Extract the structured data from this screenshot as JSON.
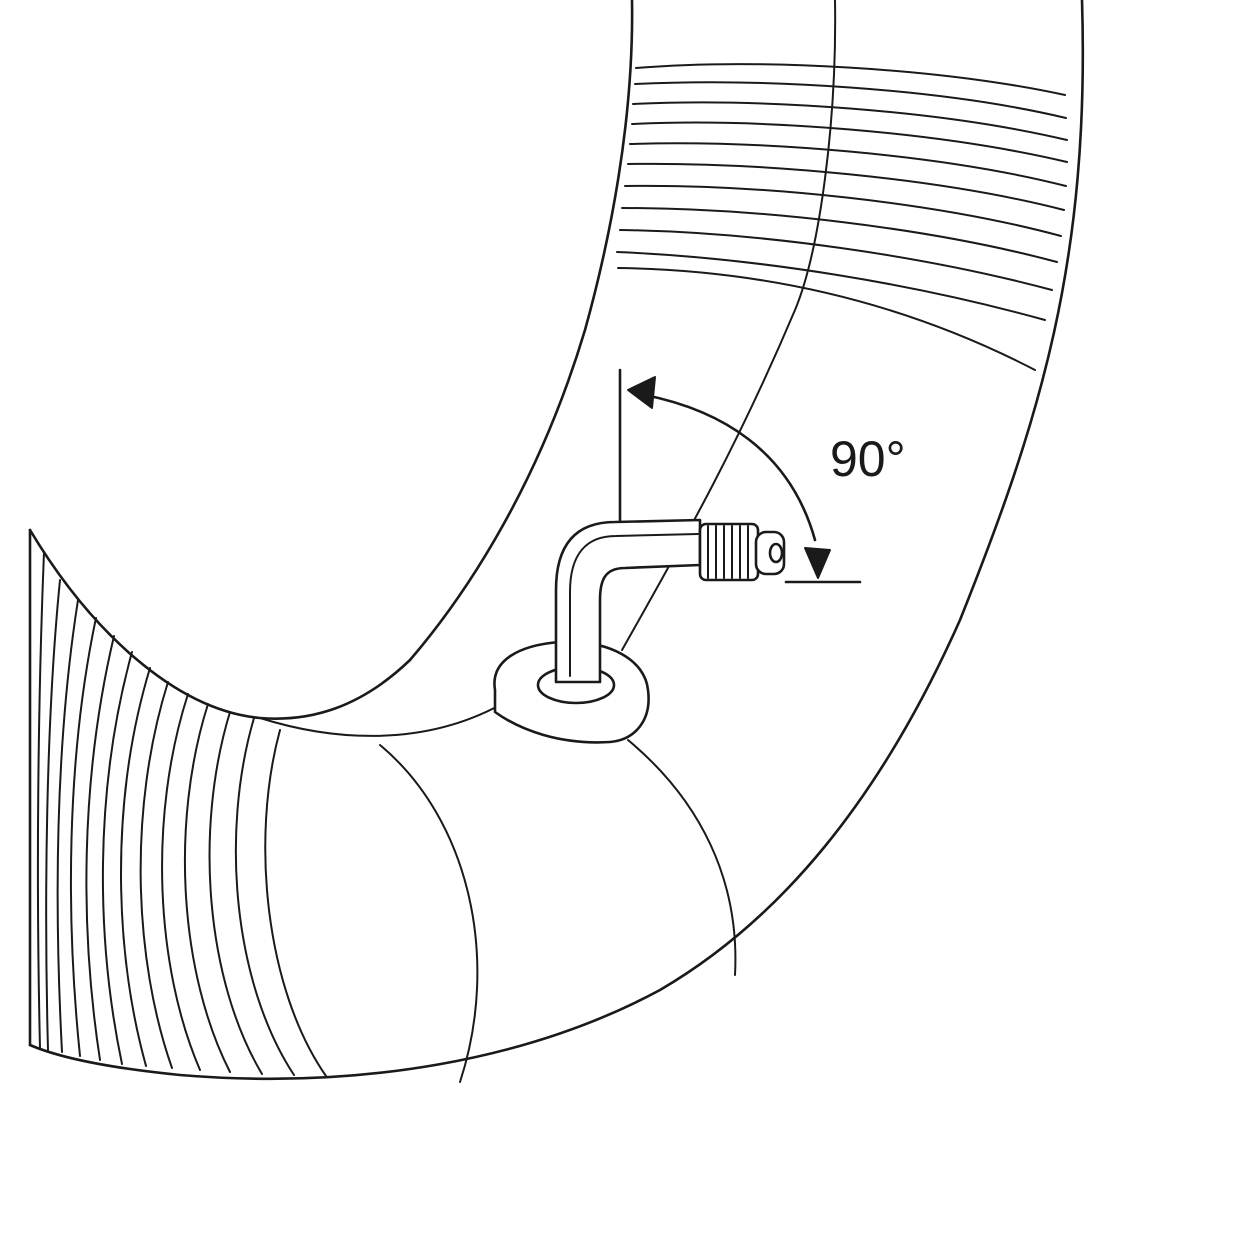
{
  "angle_label": "90°",
  "colors": {
    "line": "#1a1a1a",
    "background": "#ffffff"
  },
  "icons": [
    "inner-tube",
    "angled-valve-stem",
    "valve-cap",
    "rotation-arrow"
  ]
}
